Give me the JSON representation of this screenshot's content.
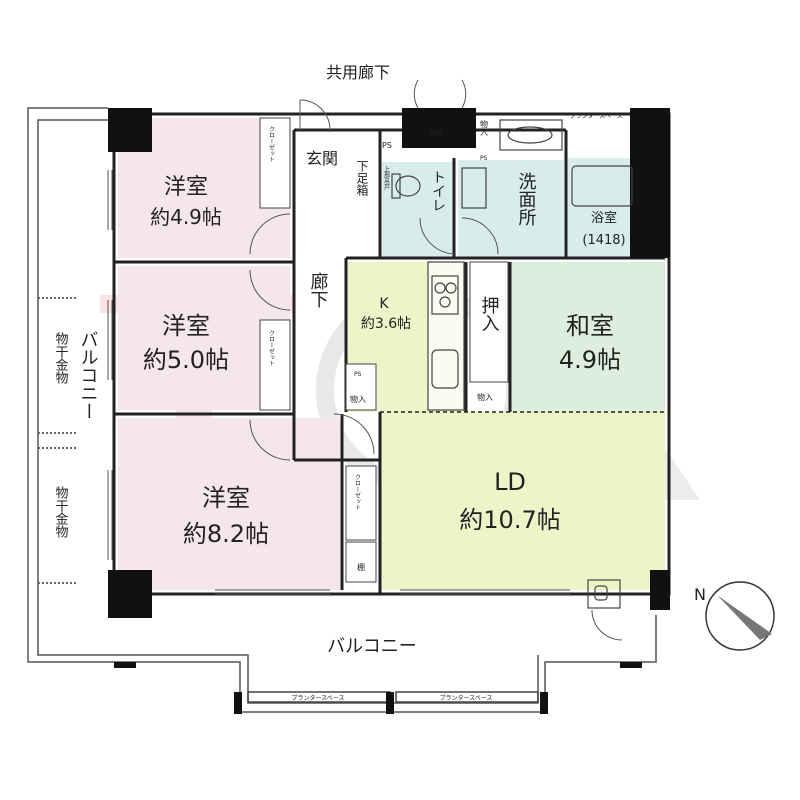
{
  "header": {
    "corridor_label": "共用廊下"
  },
  "rooms": {
    "western1": {
      "name": "洋室",
      "size": "約4.9帖",
      "fill": "#f5e6ec"
    },
    "western2": {
      "name": "洋室",
      "size": "約5.0帖",
      "fill": "#f5e6ec"
    },
    "western3": {
      "name": "洋室",
      "size": "約8.2帖",
      "fill": "#f5e6ec"
    },
    "kitchen": {
      "name": "K",
      "size": "約3.6帖",
      "fill": "#eef3c8"
    },
    "ld": {
      "name": "LD",
      "size": "約10.7帖",
      "fill": "#eef3c8"
    },
    "japanese": {
      "name": "和室",
      "size": "4.9帖",
      "fill": "#deeedd"
    },
    "washroom": {
      "name": "洗面所",
      "fill": "#d8ecec"
    },
    "toilet": {
      "name": "トイレ",
      "fill": "#d8ecec"
    },
    "bath": {
      "name": "浴室",
      "size": "(1418)",
      "fill": "#d8ecec"
    }
  },
  "labels": {
    "entrance": "玄関",
    "shoe_box": "下足箱",
    "hallway": "廊下",
    "closet": "クローゼット",
    "storage_push": "押入",
    "storage": "物入",
    "shelf": "棚",
    "ps": "PS",
    "mb": "MB",
    "upper_cabinet": "上部吊戸",
    "balcony_bottom": "バルコニー",
    "balcony_left": "バルコニー",
    "drying_rack_1": "物干金物",
    "drying_rack_2": "物干金物",
    "planter_space": "プランタースペース"
  },
  "compass": {
    "label": "N"
  },
  "watermark": {
    "text": "TOA"
  }
}
